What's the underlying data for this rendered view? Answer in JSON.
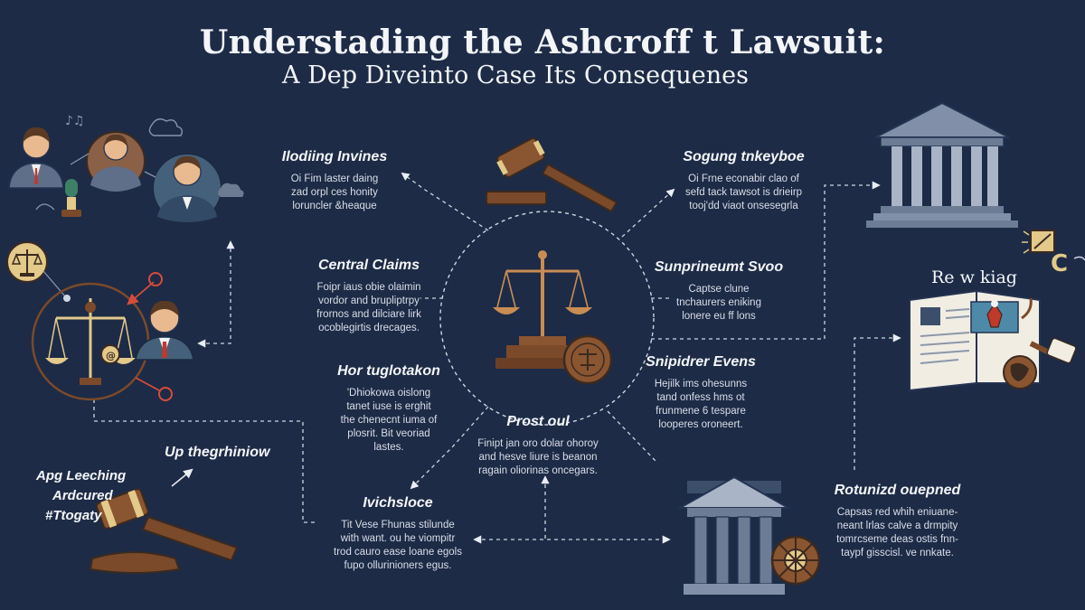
{
  "title": {
    "line1": "Understading the Ashcroff t Lawsuit:",
    "line2": "A Dep Diveinto Case Its Consequenes"
  },
  "nodes": {
    "holding": {
      "heading": "Ilodiing Invines",
      "lines": [
        "Oi Fim laster daing",
        "zad orpl ces honity",
        "loruncler &heaque"
      ]
    },
    "central": {
      "heading": "Central Claims",
      "lines": [
        "Foipr iaus obie olaimin",
        "vordor and brupliptrpy",
        "frornos and dilciare lirk",
        "ocoblegirtis drecages."
      ]
    },
    "hort": {
      "heading": "Hor tuglotakon",
      "lines": [
        "'Dhiokowa oislong",
        "tanet iuse is erghit",
        "the chenecnt iuma of",
        "plosrit. Bit veoriad",
        "lastes."
      ]
    },
    "prost": {
      "heading": "Prost oul",
      "lines": [
        "Finipt jan oro dolar ohoroy",
        "and hesve liure is beanon",
        "ragain oliorinas oncegars."
      ]
    },
    "ivich": {
      "heading": "Ivichsloce",
      "lines": [
        "Tit Vese Fhunas stilunde",
        "with want. ou he viompitr",
        "trod cauro ease loane egols",
        "fupo ollurinioners egus."
      ]
    },
    "sogung": {
      "heading": "Sogung tnkeyboe",
      "lines": [
        "Oi Frne econabir clao of",
        "sefd tack tawsot is drieirp",
        "tooj'dd viaot onsesegrla"
      ]
    },
    "suppr": {
      "heading": "Sunprineumt Svoo",
      "lines": [
        "Captse clune",
        "tnchaurers eniking",
        "lonere eu ff lons"
      ]
    },
    "snip": {
      "heading": "Snipidrer Evens",
      "lines": [
        "Hejilk ims ohesunns",
        "tand onfess hms ot",
        "frunmene 6 tespare",
        "looperes oroneert."
      ]
    },
    "rotunzid": {
      "heading": "Rotunizd ouepned",
      "lines": [
        "Capsas red whih eniuane-",
        "neant lrlas calve a drmpity",
        "tomrcseme deas ostis fnn-",
        "taypf gisscisl. ve nnkate."
      ]
    }
  },
  "labels": {
    "upthe": "Up thegrhiniow",
    "review": "Re w kiag",
    "left_tag": [
      "Apg Leeching",
      "Ardcured",
      "#Ttogaty"
    ],
    "badge": "C"
  },
  "colors": {
    "background": "#1d2b46",
    "wood": "#7b4a2a",
    "gold": "#e3c98a",
    "steel": "#5b6b82",
    "skin": "#e9b98f",
    "line": "#cfd6e2"
  }
}
